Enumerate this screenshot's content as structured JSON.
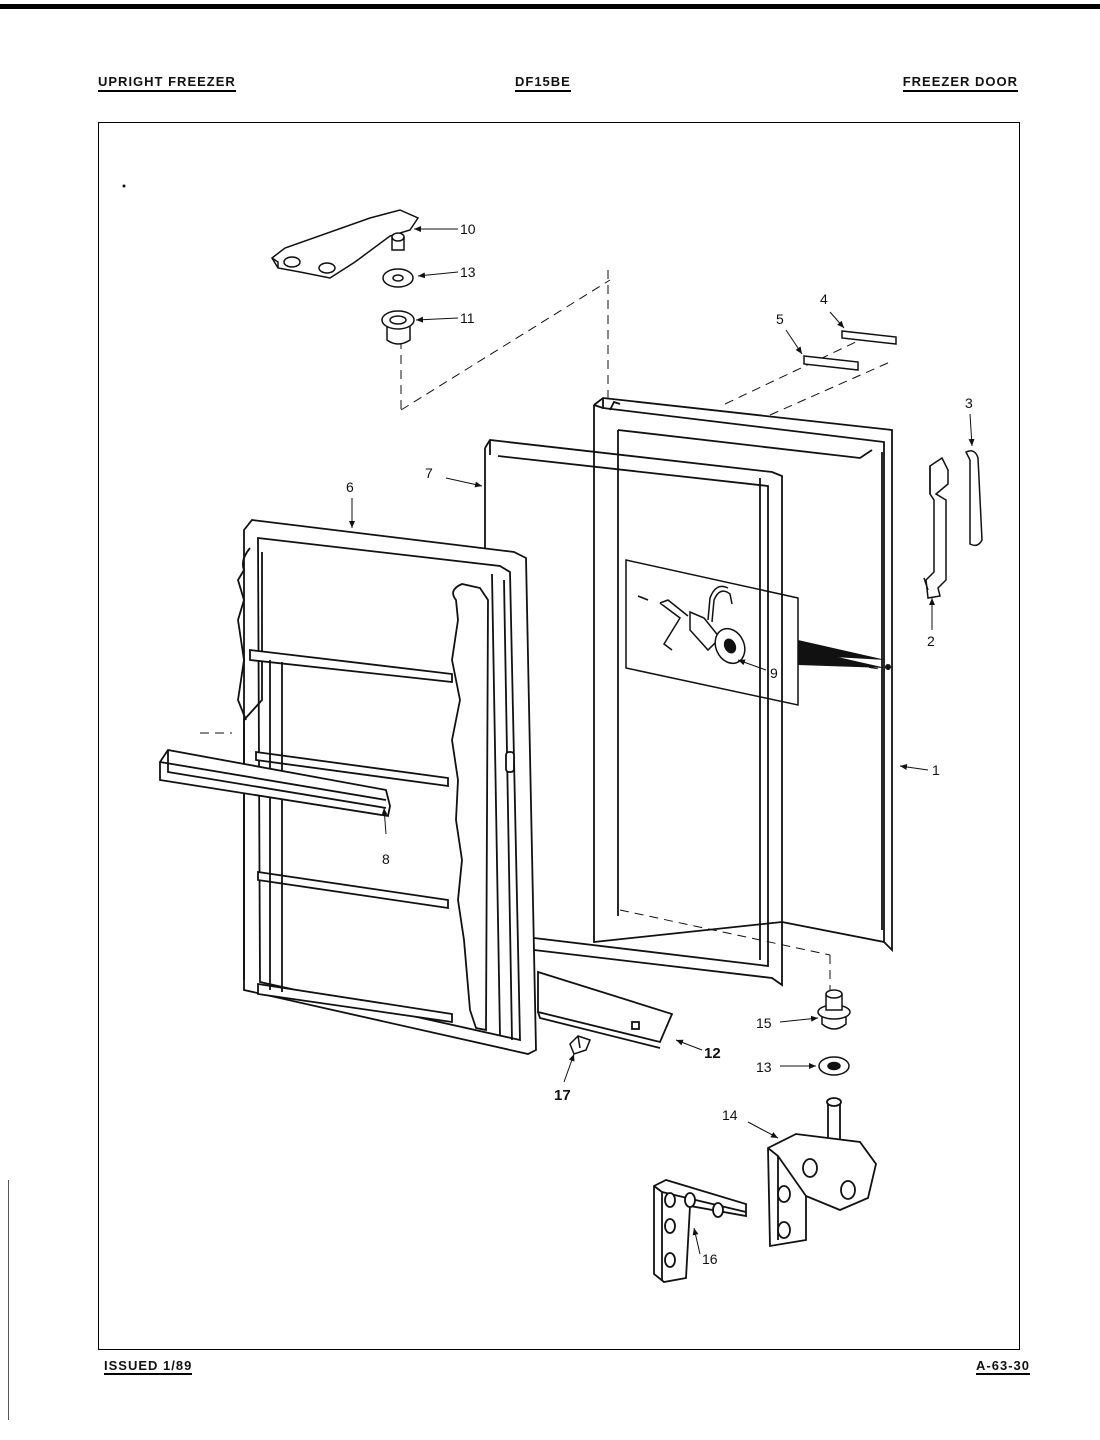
{
  "header": {
    "left": "UPRIGHT FREEZER",
    "center": "DF15BE",
    "right": "FREEZER DOOR"
  },
  "footer": {
    "left": "ISSUED 1/89",
    "right": "A-63-30"
  },
  "callouts": [
    "10",
    "13",
    "11",
    "4",
    "5",
    "3",
    "7",
    "6",
    "2",
    "9",
    "1",
    "8",
    "15",
    "13",
    "12",
    "17",
    "14",
    "16"
  ]
}
